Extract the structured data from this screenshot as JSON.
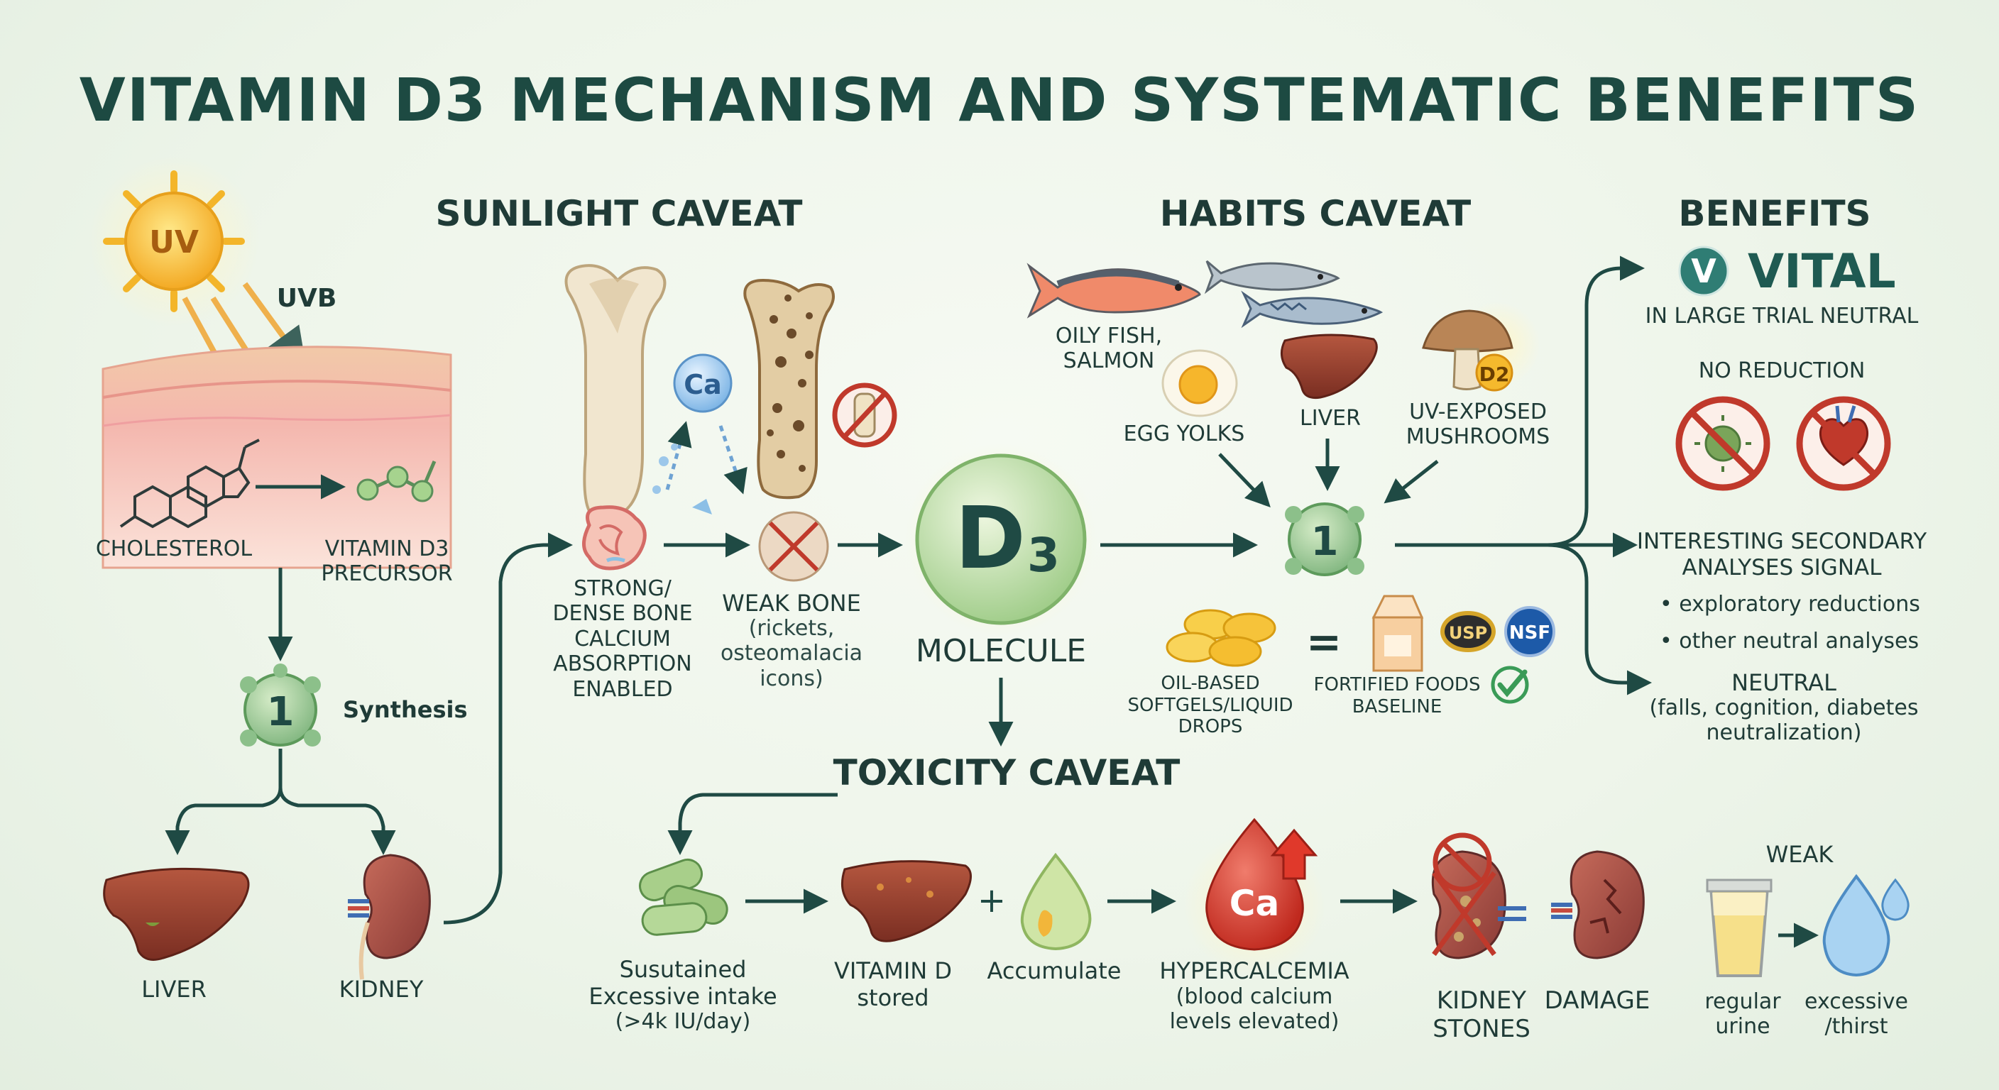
{
  "title": "VITAMIN D3 MECHANISM AND SYSTEMATIC BENEFITS",
  "sections": {
    "sunlight": "SUNLIGHT CAVEAT",
    "habits": "HABITS CAVEAT",
    "benefits": "BENEFITS",
    "toxicity": "TOXICITY CAVEAT"
  },
  "synthesis": {
    "sun_label": "UV",
    "uvb_label": "UVB",
    "cholesterol_label": "CHOLESTEROL",
    "precursor_label": "VITAMIN D3\nPRECURSOR",
    "node_label": "1",
    "synthesis_label": "Synthesis",
    "liver_label": "LIVER",
    "kidney_label": "KIDNEY"
  },
  "bone": {
    "calcium_label": "Ca",
    "strong_label": "STRONG/\nDENSE BONE\nCALCIUM\nABSORPTION\nENABLED",
    "weak_label": "WEAK BONE",
    "weak_sub": "(rickets,\nosteomalacia\nicons)"
  },
  "molecule": {
    "symbol": "D",
    "subscript": "3",
    "label": "MOLECULE"
  },
  "habits": {
    "fish_label": "OILY FISH,\nSALMON",
    "egg_label": "EGG YOLKS",
    "liver_label": "LIVER",
    "mushroom_label": "UV-EXPOSED\nMUSHROOMS",
    "mushroom_badge": "D2",
    "node_label": "1",
    "softgel_label": "OIL-BASED\nSOFTGELS/LIQUID\nDROPS",
    "equals": "=",
    "fortified_label": "FORTIFIED FOODS\nBASELINE",
    "usp_badge": "USP",
    "nsf_badge": "NSF"
  },
  "benefits": {
    "vital_logo": "V",
    "vital_label": "VITAL",
    "vital_sub": "IN LARGE TRIAL NEUTRAL",
    "no_reduction": "NO REDUCTION",
    "secondary_title": "INTERESTING SECONDARY\nANALYSES SIGNAL",
    "bullets": [
      "exploratory reductions",
      "other neutral analyses"
    ],
    "neutral_title": "NEUTRAL",
    "neutral_sub": "(falls, cognition, diabetes\nneutralization)"
  },
  "toxicity": {
    "intake_label": "Susutained\nExcessive intake",
    "intake_sub": "(>4k IU/day)",
    "stored_label": "VITAMIN D\nstored",
    "plus": "+",
    "accumulate_label": "Accumulate",
    "hyper_symbol": "Ca",
    "hyper_label": "HYPERCALCEMIA",
    "hyper_sub": "(blood calcium\nlevels elevated)",
    "stones_label": "KIDNEY\nSTONES",
    "damage_label": "DAMAGE",
    "weak_label": "WEAK",
    "urine_label": "regular\nurine",
    "thirst_label": "excessive\n/thirst"
  },
  "colors": {
    "arrow": "#1f4a44",
    "title": "#1d4a42",
    "green_node": "#8cc08a",
    "liver": "#8c3b2c",
    "red_prohibit": "#c0392b",
    "sun": "#f5b82e",
    "check": "#3a9b57"
  },
  "icons": [
    "sun-icon",
    "skin-icon",
    "cholesterol-icon",
    "precursor-icon",
    "liver-icon",
    "kidney-icon",
    "bone-icon",
    "calcium-icon",
    "intestine-icon",
    "fish-icon",
    "egg-icon",
    "mushroom-icon",
    "softgel-icon",
    "milk-carton-icon",
    "usp-badge-icon",
    "nsf-badge-icon",
    "check-icon",
    "virus-prohibit-icon",
    "heart-prohibit-icon",
    "capsules-icon",
    "droplet-icon",
    "blood-drop-icon",
    "urine-cup-icon",
    "water-drop-icon"
  ]
}
